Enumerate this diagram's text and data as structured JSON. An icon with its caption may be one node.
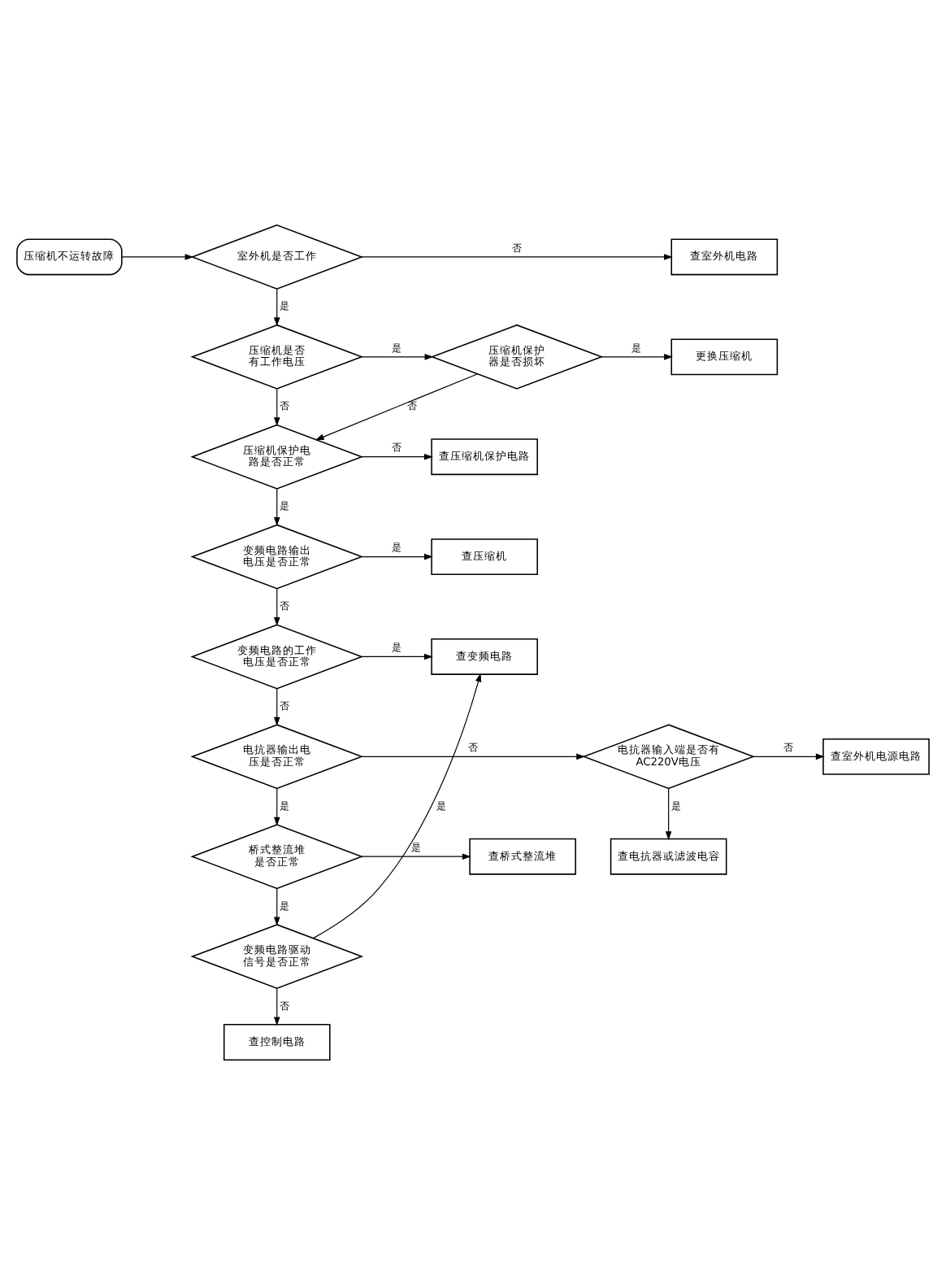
{
  "diagram": {
    "nodes": [
      {
        "text": [
          "压缩机不运转故障"
        ]
      },
      {
        "text": [
          "室外机是否工作"
        ]
      },
      {
        "text": [
          "查室外机电路"
        ]
      },
      {
        "text": [
          "压缩机是否有工作电压"
        ]
      },
      {
        "text": [
          "压缩机保护器是否损坏"
        ]
      },
      {
        "text": [
          "更换压缩机"
        ]
      },
      {
        "text": [
          "查压缩机保护电路"
        ]
      },
      {
        "text": [
          "压缩机保护电路是否正常"
        ]
      },
      {
        "text": [
          "变频电路输出电压是否正常"
        ]
      },
      {
        "text": [
          "查压缩机"
        ]
      },
      {
        "text": [
          "变频电路的工作电压是否正常"
        ]
      },
      {
        "text": [
          "查变频电路"
        ]
      },
      {
        "text": [
          "电抗器输出电压是否正常"
        ]
      },
      {
        "text": [
          "电抗器输入端是否有AC220V电压"
        ]
      },
      {
        "text": [
          "查室外机电源电路"
        ]
      },
      {
        "text": [
          "查电抗器或滤波电容"
        ]
      },
      {
        "text": [
          "查桥式整流堆"
        ]
      },
      {
        "text": [
          "桥式整流堆是否正常"
        ]
      },
      {
        "text": [
          "变频电路驱动信号是否正常"
        ]
      },
      {
        "text": [
          "查控制电路"
        ]
      }
    ],
    "edges": [
      {
        "from": 0,
        "to": 1,
        "arrow": "to"
      },
      {
        "from": 1,
        "to": 2,
        "arrow": "to",
        "label": "否"
      },
      {
        "from": 1,
        "to": 3,
        "arrow": "to",
        "label": "是"
      },
      {
        "from": 3,
        "to": 4,
        "arrow": "to",
        "label": "是"
      },
      {
        "from": 4,
        "to": 5,
        "arrow": "to",
        "label": "是"
      },
      {
        "from": 3,
        "to": 7,
        "arrow": "to",
        "label": "否"
      },
      {
        "from": 4,
        "to": 7,
        "arrow": "to",
        "label": "否"
      },
      {
        "from": 7,
        "to": 6,
        "arrow": "to",
        "label": "否"
      },
      {
        "from": 7,
        "to": 8,
        "arrow": "to",
        "label": "是"
      },
      {
        "from": 8,
        "to": 9,
        "arrow": "to",
        "label": "是"
      },
      {
        "from": 8,
        "to": 10,
        "arrow": "to",
        "label": "否"
      },
      {
        "from": 10,
        "to": 11,
        "arrow": "to",
        "label": "是"
      },
      {
        "from": 10,
        "to": 12,
        "arrow": "to",
        "label": "否"
      },
      {
        "from": 12,
        "to": 13,
        "arrow": "to",
        "label": "否"
      },
      {
        "from": 13,
        "to": 14,
        "arrow": "to",
        "label": "否"
      },
      {
        "from": 12,
        "to": 17,
        "arrow": "to",
        "label": "是"
      },
      {
        "from": 13,
        "to": 15,
        "arrow": "to",
        "label": "是"
      },
      {
        "from": 17,
        "to": 16,
        "arrow": "to",
        "label": "是"
      },
      {
        "from": 17,
        "to": 18,
        "arrow": "to",
        "label": "是"
      },
      {
        "from": 18,
        "to": 11,
        "arrow": "to",
        "label": "是"
      },
      {
        "from": 18,
        "to": 19,
        "arrow": "to",
        "label": "否"
      }
    ]
  }
}
